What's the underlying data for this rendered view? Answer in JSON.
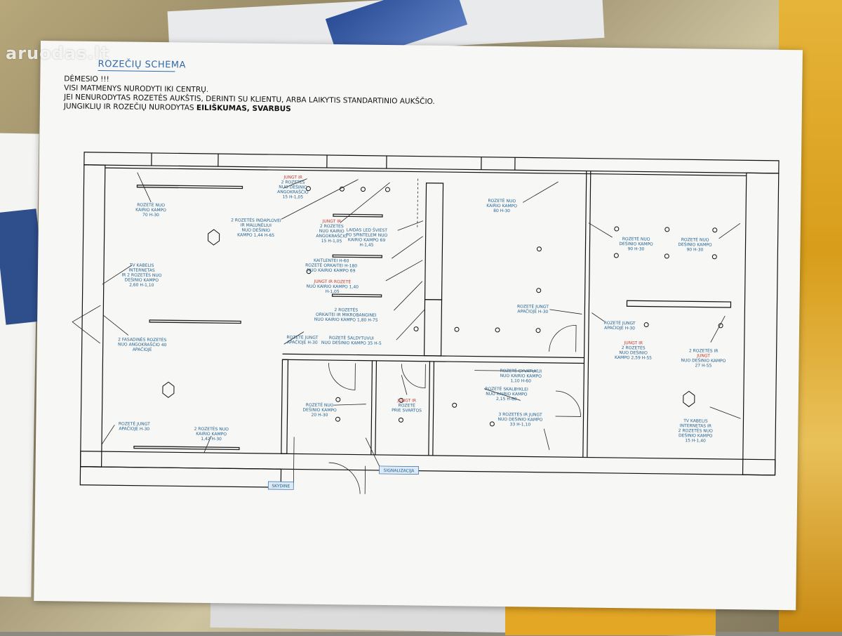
{
  "watermark": "aruodas.lt",
  "header": {
    "title": "ROZEČIŲ SCHEMA",
    "line1": "DĖMESIO !!!",
    "line2": "VISI MATMENYS NURODYTI IKI CENTRŲ.",
    "line3": "JEI NENURODYTAS ROZETĖS AUKŠTIS, DERINTI SU KLIENTU,  ARBA LAIKYTIS STANDARTINIO AUKŠČIO.",
    "line4_prefix": "JUNGIKLIŲ IR ROZEČIŲ NURODYTAS ",
    "line4_bold": "EILIŠKUMAS, SVARBUS"
  },
  "labels": {
    "l01": [
      "ROZETĖ  NUO",
      "KAIRIO KAMPO",
      "70 H-30"
    ],
    "l02": [
      "JUNGT IR",
      "2 ROZETES",
      "NUO DEŠINIO",
      "ANGOKRAŠČIO",
      "15 H-1,05"
    ],
    "l03": [
      "2 ROZETĖS INDAPLOVEI",
      "IR MALUNĖLIUI",
      "NUO DEŠINIO",
      "KAMPO 1,44 H-65"
    ],
    "l04": [
      "JUNGT IR",
      "2 ROZETĖS",
      "NUO KAIRIO",
      "ANGOKRAŠČIO",
      "15 H-1,05"
    ],
    "l05": [
      "LAIDAS LED ŠVIEST",
      "PO SPINTELEM NUO",
      "KAIRIO KAMPO 69",
      "H-1,45"
    ],
    "l06": [
      "KAITLENTEI H-60",
      "ROZETĖ ORKAITEI H-180",
      "NUO KAIRIO KAMPO 69"
    ],
    "l07": [
      "JUNGT IR ROZETĖ",
      "NUO KAIRIO KAMPO 1,40",
      "H-1,05"
    ],
    "l08": [
      "2 ROZETĖS",
      "ORKAITEI IR MIKROBANGINEI",
      "NUO KAIRIO KAMPO 1,80 H-75"
    ],
    "l09": [
      "ROZETĖ ŠALDYTUVUI",
      "NUO DEŠINIO KAMPO 35 H-5"
    ],
    "l10": [
      "ROZETĖ JUNGT",
      "APAČIOJE H-30"
    ],
    "l11": [
      "TV KABELIS",
      "INTERNETAS",
      "IR 2 ROZETĖS NUO",
      "DEŠINIO KAMPO",
      "2,60 H-1,10"
    ],
    "l12": [
      "2 FASADINĖS ROZETĖS",
      "NUO ANGOKRAŠČIO 40",
      "APAČIOJE"
    ],
    "l13": [
      "ROZETĖ  NUO",
      "KAIRIO KAMPO",
      "80 H-30"
    ],
    "l14": [
      "ROZETĖ  JUNGT",
      "APAČIOJE H-30"
    ],
    "l15": [
      "ROZETĖ  NUO",
      "DEŠINIO KAMPO",
      "90 H-30"
    ],
    "l16": [
      "ROZETĖ  NUO",
      "DEŠINIO KAMPO",
      "90 H-30"
    ],
    "l17": [
      "ROZETĖ JUNGT",
      "APAČIOJE H-30"
    ],
    "l18": [
      "JUNGT IR",
      "2 ROZETĖS",
      "NUO DEŠINIO",
      "KAMPO 2,59 H-55"
    ],
    "l19": [
      "2 ROZETĖS IR",
      "JUNGT",
      "NUO DEŠINIO KAMPO",
      "27 H-55"
    ],
    "l20": [
      "ROZETĖ GYVATUKUI",
      "NUO KAIRIO KAMPO",
      "1,10 H-60"
    ],
    "l21": [
      "ROZETĖ SKALBYKLEI",
      "NUO KAIRIO KAMPO",
      "2,15 H-60"
    ],
    "l22": [
      "3 ROZETĖS IR JUNGT",
      "NUO DEŠINIO KAMPO",
      "33 H-1,10"
    ],
    "l23": [
      "TV KABELIS",
      "INTERNETAS IR",
      "2 ROZETĖS NUO",
      "DEŠINIO KAMPO",
      "15 H-1,40"
    ],
    "l24": [
      "ROZETĖ  NUO",
      "DEŠINIO KAMPO",
      "20 H-30"
    ],
    "l25": [
      "JUNGT IR",
      "ROZETĖ",
      "PRIE SVARTOS"
    ],
    "l26": [
      "ROZETĖ JUNGT",
      "APAČIOJE H-30"
    ],
    "l27": [
      "2 ROZETĖS  NUO",
      "KAIRIO KAMPO",
      "1,42 H-30"
    ],
    "l28": [
      "SKYDINE"
    ],
    "l29": [
      "SIGNALIZACIJA"
    ]
  },
  "colors": {
    "label_blue": "#1f5f8f",
    "label_red": "#c0392b",
    "title_blue": "#2f6aa8"
  }
}
